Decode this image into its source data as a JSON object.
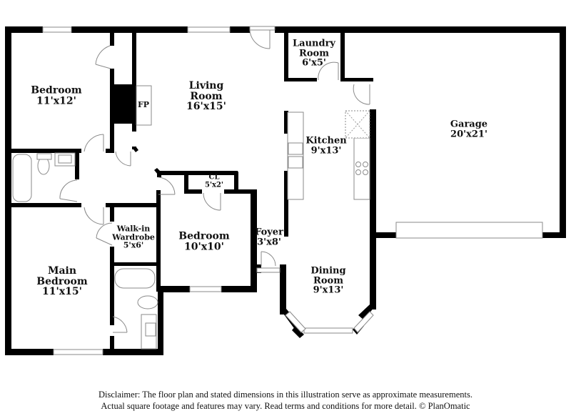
{
  "floor_plan": {
    "rooms": [
      {
        "id": "bedroom-1",
        "name_lines": [
          "Bedroom"
        ],
        "dimensions": "11'x12'"
      },
      {
        "id": "living-room",
        "name_lines": [
          "Living",
          "Room"
        ],
        "dimensions": "16'x15'"
      },
      {
        "id": "fireplace",
        "name_lines": [
          "FP"
        ],
        "dimensions": ""
      },
      {
        "id": "laundry-room",
        "name_lines": [
          "Laundry",
          "Room"
        ],
        "dimensions": "6'x5'"
      },
      {
        "id": "garage",
        "name_lines": [
          "Garage"
        ],
        "dimensions": "20'x21'"
      },
      {
        "id": "kitchen",
        "name_lines": [
          "Kitchen"
        ],
        "dimensions": "9'x13'"
      },
      {
        "id": "closet",
        "name_lines": [
          "CL"
        ],
        "dimensions": "5'x2'"
      },
      {
        "id": "bedroom-2",
        "name_lines": [
          "Bedroom"
        ],
        "dimensions": "10'x10'"
      },
      {
        "id": "walk-in-wardrobe",
        "name_lines": [
          "Walk-in",
          "Wardrobe"
        ],
        "dimensions": "5'x6'"
      },
      {
        "id": "main-bedroom",
        "name_lines": [
          "Main",
          "Bedroom"
        ],
        "dimensions": "11'x15'"
      },
      {
        "id": "foyer",
        "name_lines": [
          "Foyer"
        ],
        "dimensions": "3'x8'"
      },
      {
        "id": "dining-room",
        "name_lines": [
          "Dining",
          "Room"
        ],
        "dimensions": "9'x13'"
      }
    ]
  },
  "disclaimer": {
    "line1": "Disclaimer: The floor plan and stated dimensions in this illustration serve as approximate measurements.",
    "line2": "Actual square footage and features may vary. Read terms and conditions for more detail. © PlanOmatic"
  },
  "colors": {
    "wall": "#000000",
    "fixture": "#8a8a8a",
    "background": "#ffffff"
  }
}
